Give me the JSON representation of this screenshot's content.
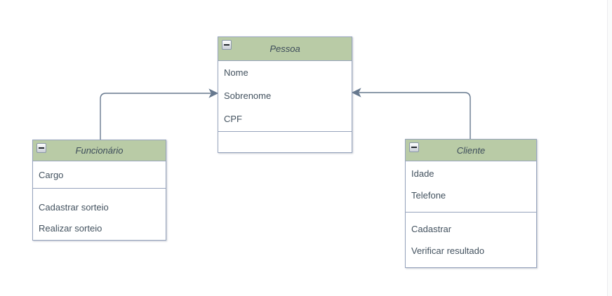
{
  "diagram": {
    "type": "uml-class-diagram",
    "classes": [
      {
        "id": "pessoa",
        "title": "Pessoa",
        "attributes": [
          "Nome",
          "Sobrenome",
          "CPF"
        ],
        "operations": []
      },
      {
        "id": "funcionario",
        "title": "Funcionário",
        "attributes": [
          "Cargo"
        ],
        "operations": [
          "Cadastrar sorteio",
          "Realizar sorteio"
        ]
      },
      {
        "id": "cliente",
        "title": "Cliente",
        "attributes": [
          "Idade",
          "Telefone"
        ],
        "operations": [
          "Cadastrar",
          "Verificar resultado"
        ]
      }
    ],
    "connections": [
      {
        "from": "funcionario",
        "to": "pessoa",
        "style": "orthogonal-arrow"
      },
      {
        "from": "cliente",
        "to": "pessoa",
        "style": "orthogonal-arrow"
      }
    ],
    "icons": {
      "collapse": "minus-icon"
    },
    "colors": {
      "header_fill": "#b9cba6",
      "box_border": "#96a3bc",
      "connector": "#66788e",
      "text": "#43525f",
      "background": "#ffffff"
    }
  }
}
